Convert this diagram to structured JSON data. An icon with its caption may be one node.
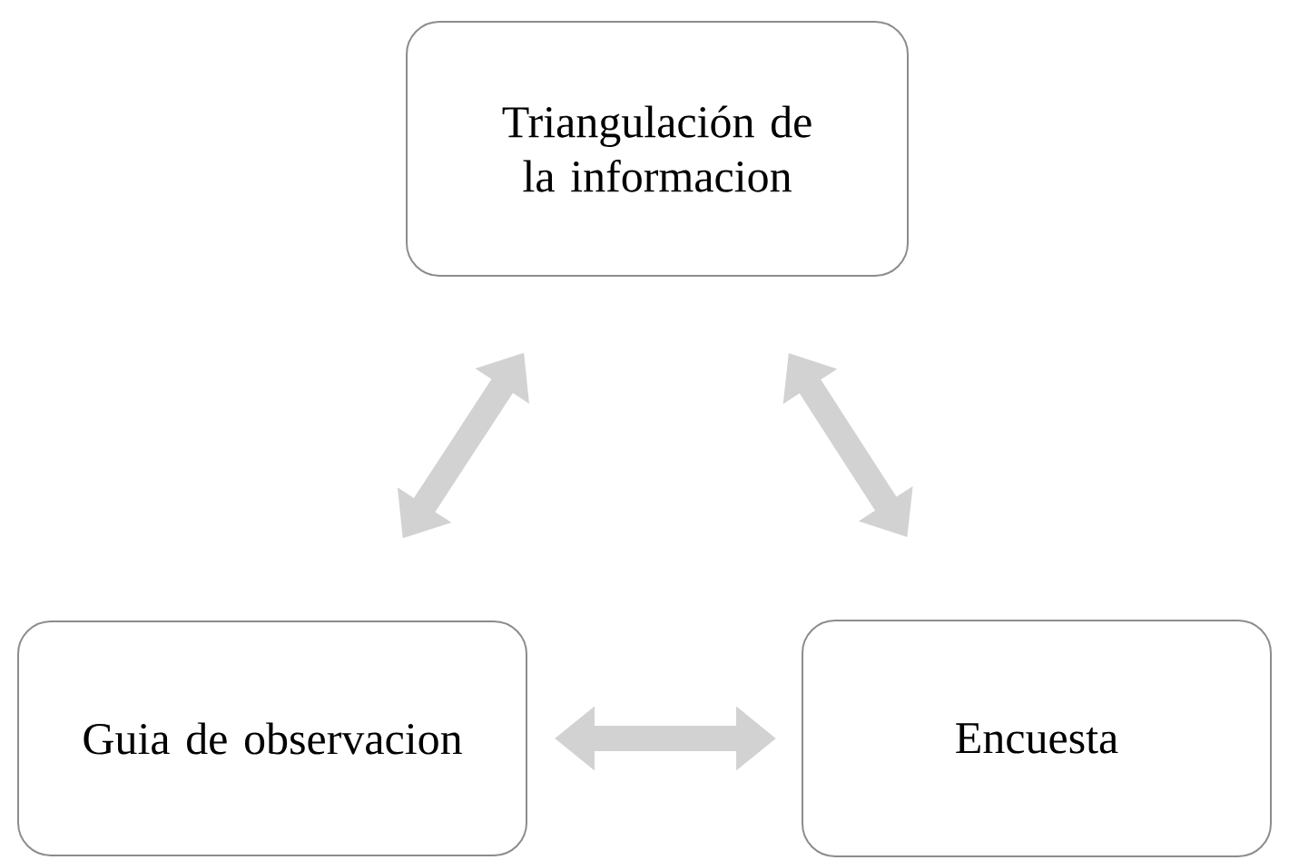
{
  "diagram": {
    "nodes": [
      {
        "text": [
          "Triangulación de la informacion"
        ]
      },
      {
        "text": [
          "Guia de observacion"
        ]
      },
      {
        "text": [
          "Encuesta"
        ]
      }
    ],
    "edges": [
      {
        "from": 0,
        "to": 1,
        "arrow": "both"
      },
      {
        "from": 0,
        "to": 2,
        "arrow": "both"
      },
      {
        "from": 1,
        "to": 2,
        "arrow": "both"
      }
    ]
  }
}
